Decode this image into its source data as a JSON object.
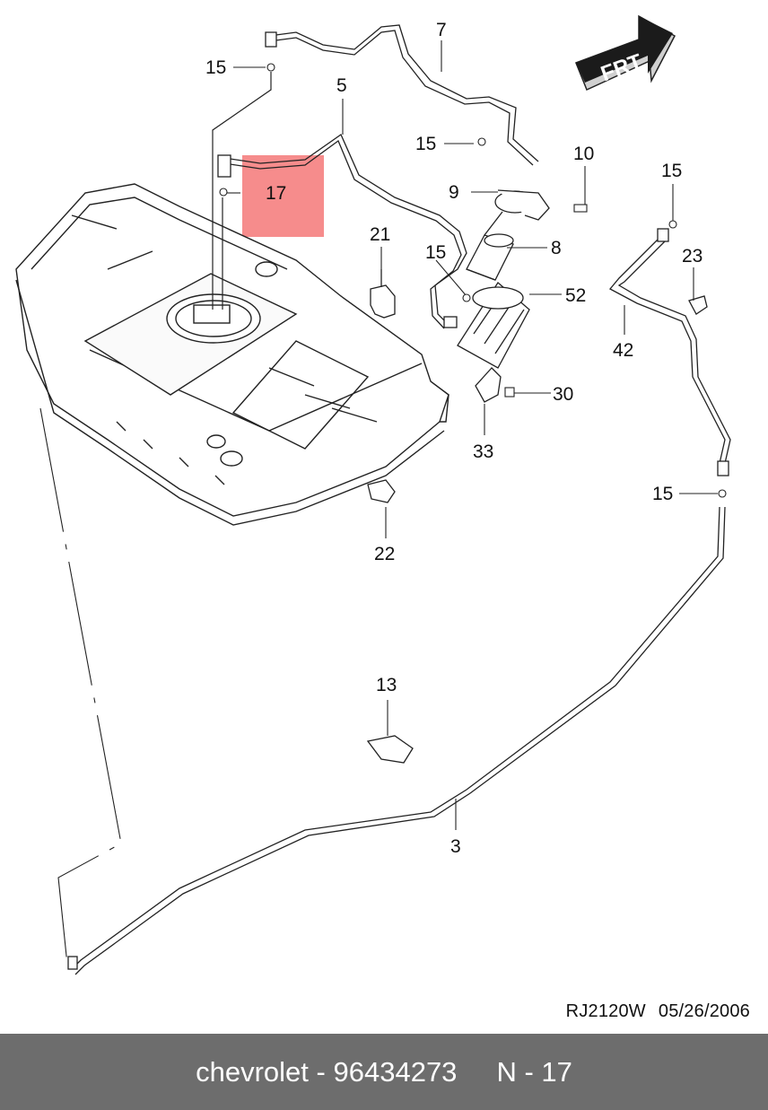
{
  "direction_badge": {
    "text": "FRT"
  },
  "callouts": {
    "c7": "7",
    "c5": "5",
    "c15a": "15",
    "c15b": "15",
    "c15c": "15",
    "c15d": "15",
    "c15e": "15",
    "c10": "10",
    "c9": "9",
    "c17": "17",
    "c21": "21",
    "c8": "8",
    "c23": "23",
    "c52": "52",
    "c42": "42",
    "c30": "30",
    "c33": "33",
    "c22": "22",
    "c13": "13",
    "c3": "3"
  },
  "reference": {
    "code": "RJ2120W",
    "date": "05/26/2006"
  },
  "footer": {
    "brand": "chevrolet",
    "dash": "-",
    "part_number": "96434273",
    "page": "N - 17"
  },
  "colors": {
    "highlight": "#f47878",
    "footer_bg": "#6d6d6d",
    "line": "#222222"
  }
}
